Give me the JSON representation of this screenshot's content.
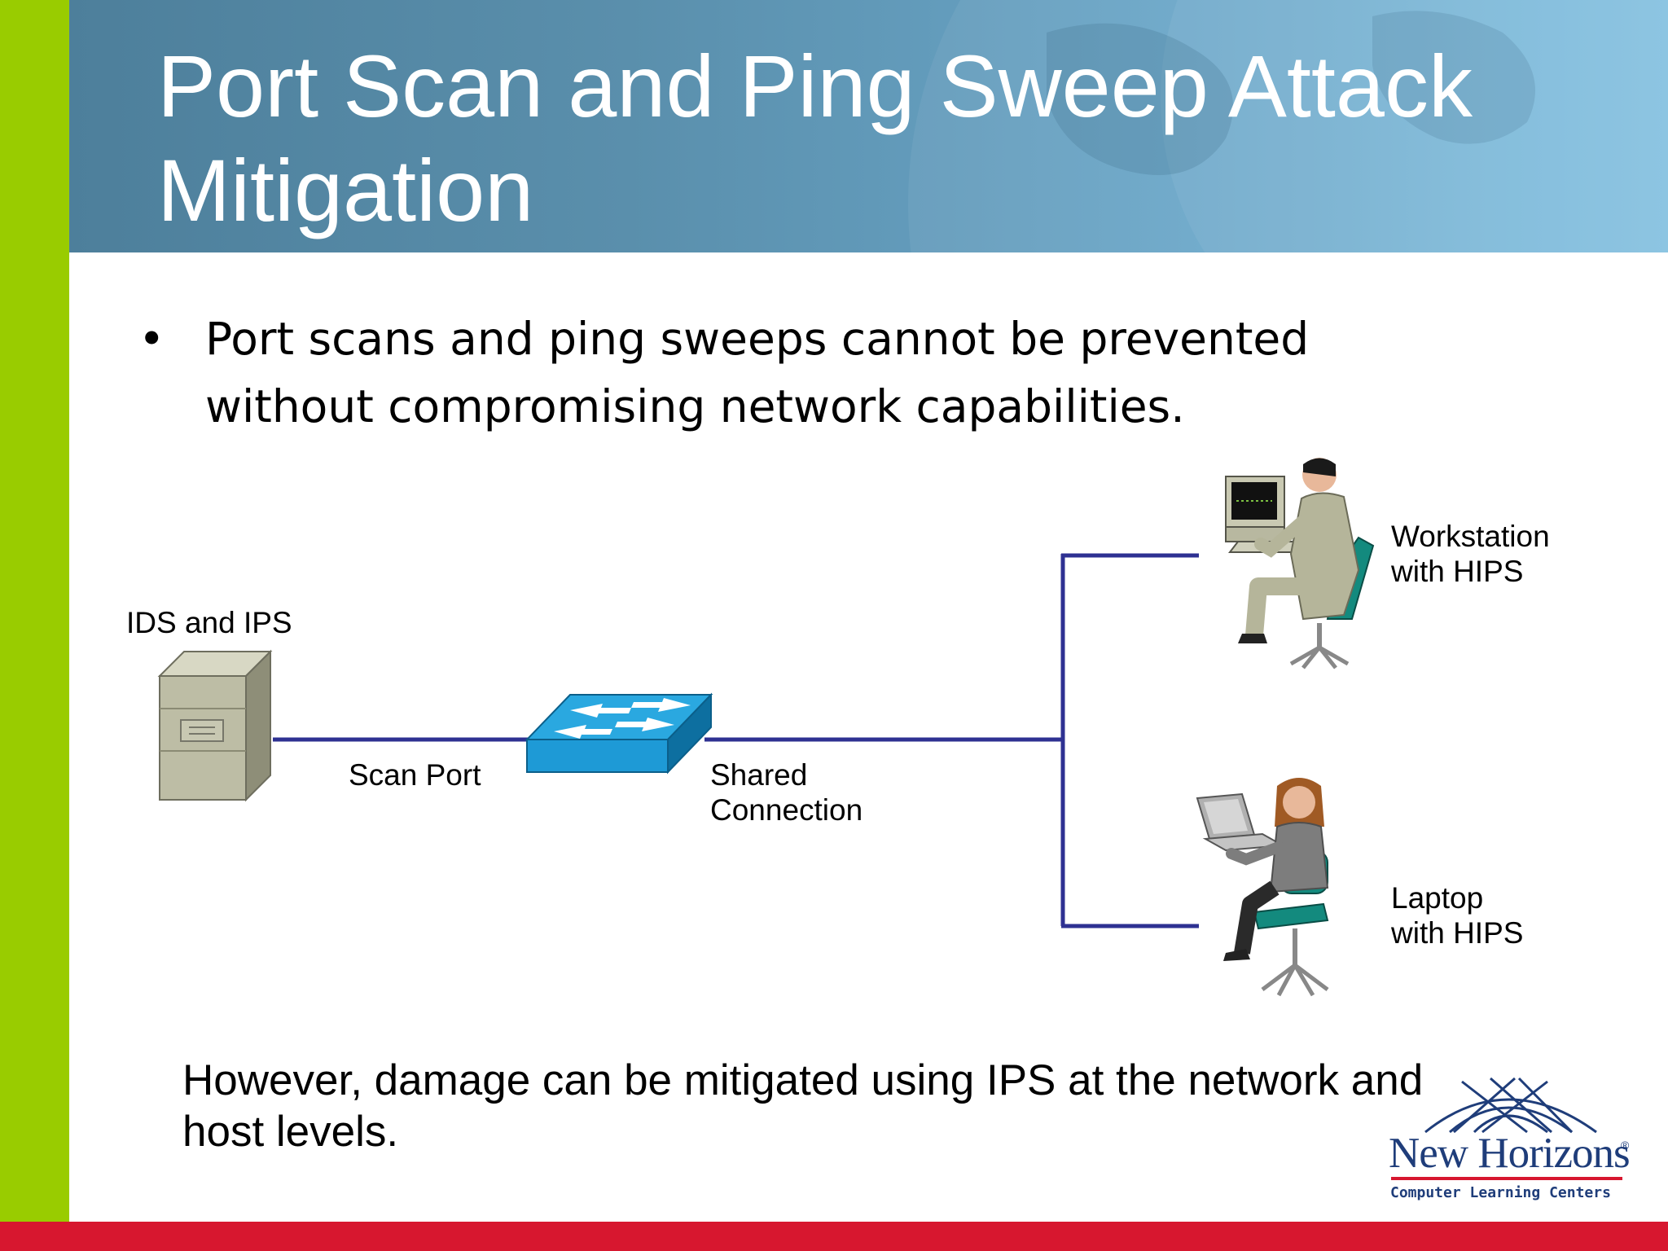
{
  "slide": {
    "title_lines": [
      "Port Scan and Ping Sweep Attack",
      "Mitigation"
    ],
    "bullets": [
      "Port scans and ping sweeps cannot be prevented without compromising network capabilities."
    ],
    "bullet_symbol": "•",
    "footer_lines": [
      "However, damage can be mitigated using IPS at the network and",
      "host levels."
    ]
  },
  "diagram": {
    "nodes": {
      "ids": {
        "label": "IDS and IPS",
        "icon": "server-cabinet-icon"
      },
      "switch": {
        "icon": "switch-icon"
      },
      "workstation": {
        "label_lines": [
          "Workstation",
          "with HIPS"
        ],
        "icon": "workstation-user-icon"
      },
      "laptop": {
        "label_lines": [
          "Laptop",
          "with HIPS"
        ],
        "icon": "laptop-user-icon"
      }
    },
    "link_labels": {
      "scan_port": "Scan Port",
      "shared_connection_lines": [
        "Shared",
        "Connection"
      ]
    }
  },
  "logo": {
    "name": "New Horizons",
    "registered": "®",
    "subtitle": "Computer Learning Centers"
  },
  "colors": {
    "accent_green": "#99cc00",
    "accent_red": "#d7172f",
    "header_blue": "#5a8fac",
    "link_line": "#2e3192",
    "switch_blue": "#1e9ad6",
    "logo_blue": "#1f3d7a"
  }
}
